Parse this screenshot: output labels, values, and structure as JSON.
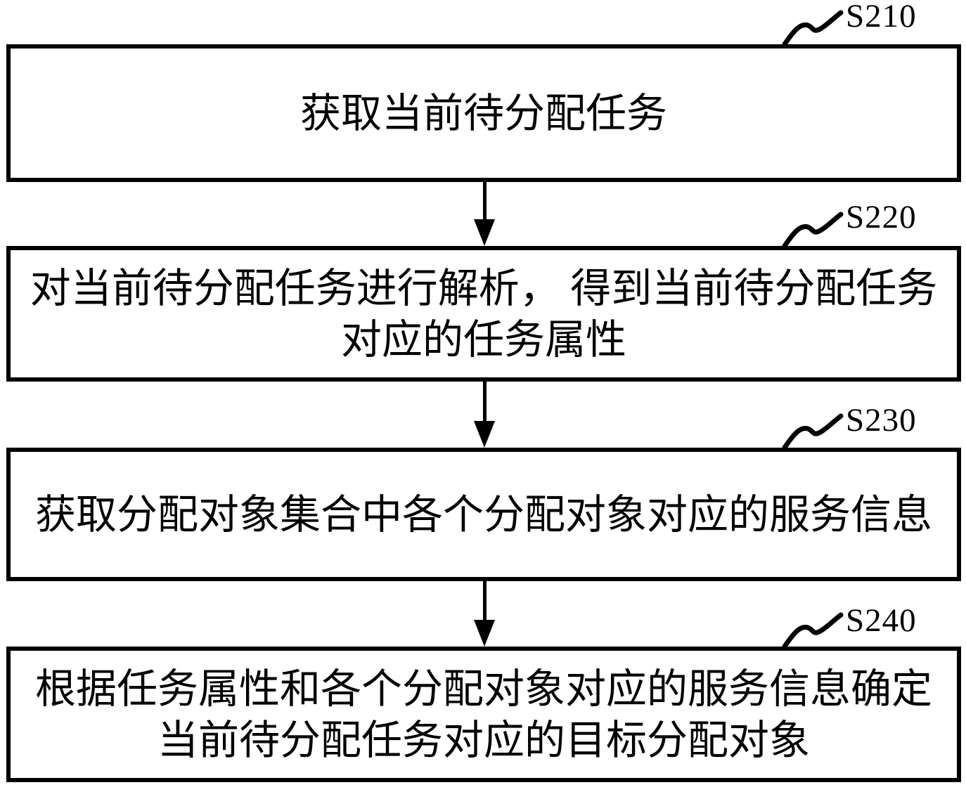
{
  "flowchart": {
    "colors": {
      "stroke": "#000000",
      "background": "#ffffff"
    },
    "steps": [
      {
        "label": "S210",
        "lines": [
          "获取当前待分配任务"
        ]
      },
      {
        "label": "S220",
        "lines": [
          "对当前待分配任务进行解析， 得到当前待分配任务",
          "对应的任务属性"
        ]
      },
      {
        "label": "S230",
        "lines": [
          "获取分配对象集合中各个分配对象对应的服务信息"
        ]
      },
      {
        "label": "S240",
        "lines": [
          "根据任务属性和各个分配对象对应的服务信息确定",
          "当前待分配任务对应的目标分配对象"
        ]
      }
    ]
  }
}
